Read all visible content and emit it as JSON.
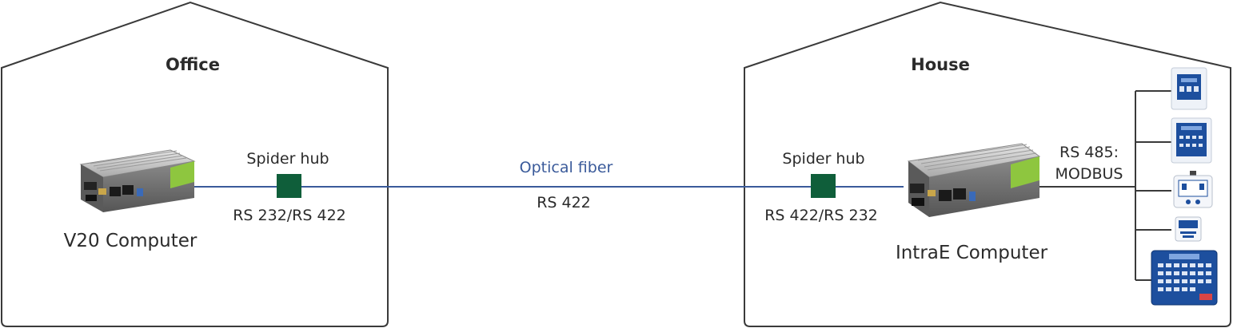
{
  "buildings": {
    "office": {
      "title": "Office"
    },
    "house": {
      "title": "House"
    }
  },
  "office": {
    "computer_label": "V20 Computer",
    "hub_label": "Spider hub",
    "hub_protocol": "RS 232/RS 422"
  },
  "link": {
    "medium": "Optical fiber",
    "protocol": "RS 422"
  },
  "house": {
    "computer_label": "IntraE Computer",
    "hub_label": "Spider hub",
    "hub_protocol": "RS 422/RS 232",
    "bus_label_line1": "RS 485:",
    "bus_label_line2": "MODBUS"
  },
  "devices": [
    {
      "kind": "controller-3-keys"
    },
    {
      "kind": "inlet-control"
    },
    {
      "kind": "sensor-connection-box"
    },
    {
      "kind": "small-module"
    },
    {
      "kind": "keypad-controller"
    }
  ],
  "colors": {
    "outline": "#3a3a3a",
    "link_line": "#3a5a9a",
    "hub": "#0f5e3a",
    "device_blue": "#1d4f9e",
    "computer_accent": "#8ec63f"
  }
}
